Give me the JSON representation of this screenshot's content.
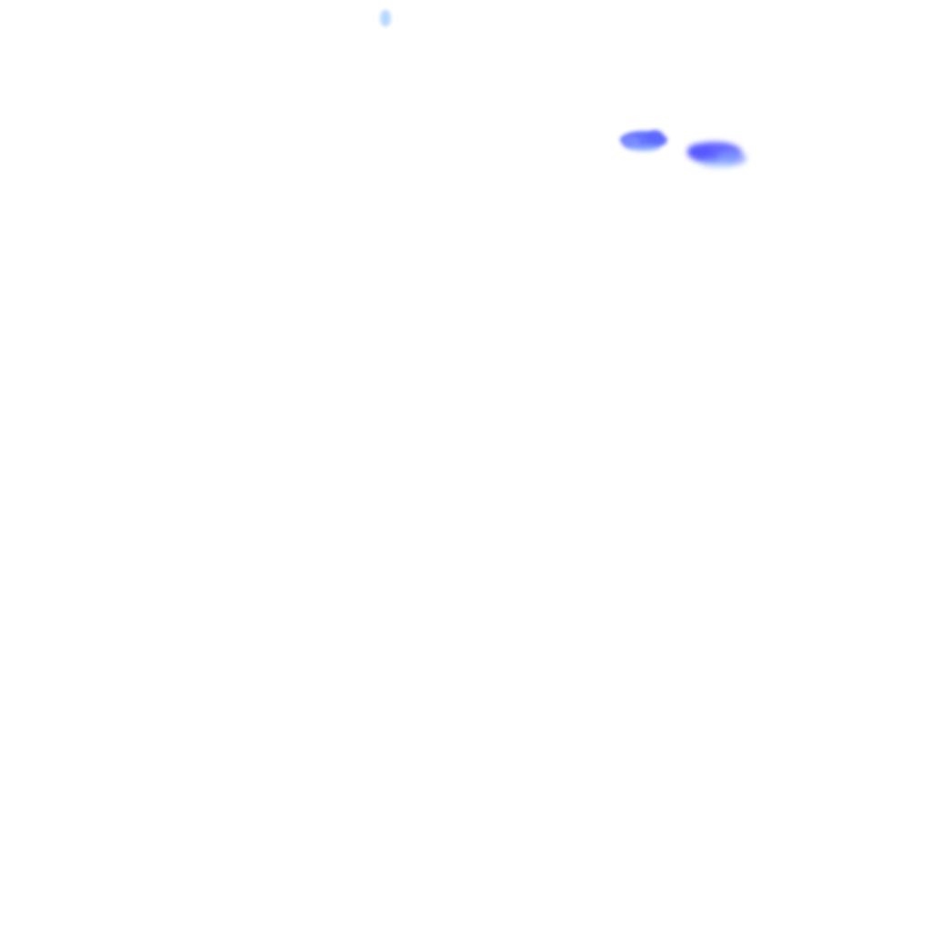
{
  "scene": {
    "background": "#ffffff",
    "marks": [
      {
        "kind": "light-blue-speck",
        "color": "#a9d2ff"
      },
      {
        "kind": "blue-smudge-left",
        "color": "#4b5cff"
      },
      {
        "kind": "blue-smudge-right",
        "color": "#4a4cff"
      }
    ]
  }
}
